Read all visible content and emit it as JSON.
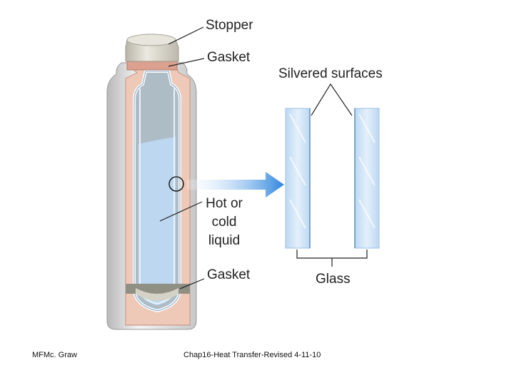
{
  "labels": {
    "stopper": "Stopper",
    "gasket_top": "Gasket",
    "silvered_surfaces": "Silvered surfaces",
    "liquid_line1": "Hot or",
    "liquid_line2": "cold",
    "liquid_line3": "liquid",
    "gasket_bottom": "Gasket",
    "glass": "Glass"
  },
  "footer": {
    "left": "MFMc. Graw",
    "center": "Chap16-Heat Transfer-Revised 4-11-10"
  },
  "colors": {
    "outer_casing": "#d6d6d6",
    "insulation": "#efc9b8",
    "inner_vessel": "#aebcc6",
    "liquid": "#bdd7f0",
    "glass_wall": "#cfe2f5",
    "arrow": "#3a8fe0"
  }
}
